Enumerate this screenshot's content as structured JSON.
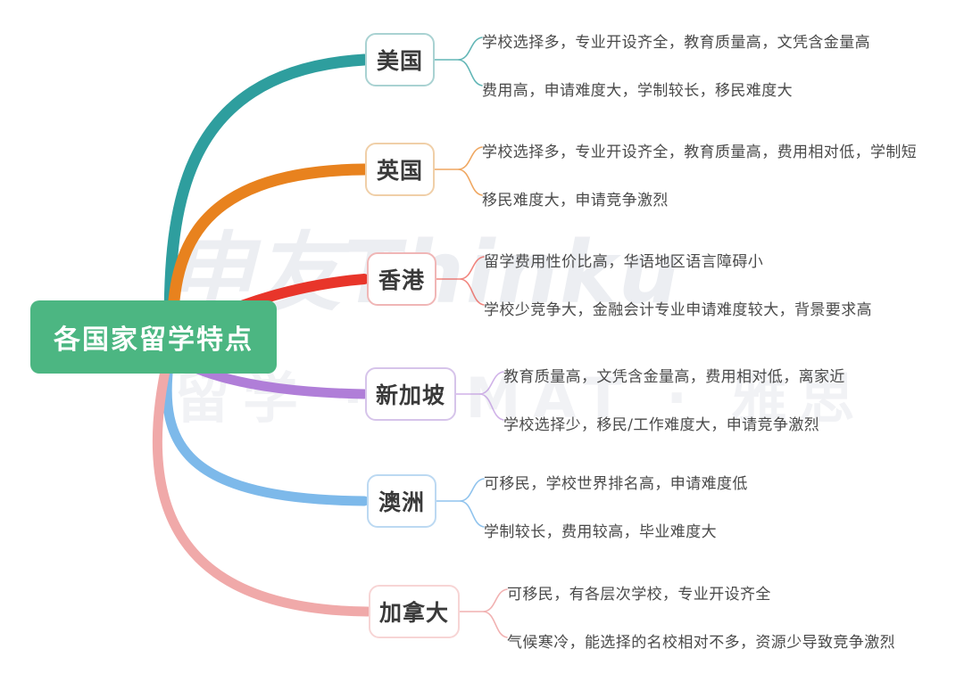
{
  "diagram": {
    "type": "mind-map",
    "root": {
      "label": "各国家留学特点",
      "color": "#4cb682"
    },
    "watermark": {
      "main": "申友Thinku",
      "sub": "留学 · GMAT · 雅思",
      "registered_mark": "®"
    },
    "branches": [
      {
        "label": "美国",
        "color": "#2e9e9e",
        "leaves": [
          "学校选择多，专业开设齐全，教育质量高，文凭含金量高",
          "费用高，申请难度大，学制较长，移民难度大"
        ]
      },
      {
        "label": "英国",
        "color": "#e8821e",
        "leaves": [
          "学校选择多，专业开设齐全，教育质量高，费用相对低，学制短",
          "移民难度大，申请竞争激烈"
        ]
      },
      {
        "label": "香港",
        "color": "#e8352a",
        "leaves": [
          "留学费用性价比高，华语地区语言障碍小",
          "学校少竞争大，金融会计专业申请难度较大，背景要求高"
        ]
      },
      {
        "label": "新加坡",
        "color": "#b07ed8",
        "leaves": [
          "教育质量高，文凭含金量高，费用相对低，离家近",
          "学校选择少，移民/工作难度大，申请竞争激烈"
        ]
      },
      {
        "label": "澳洲",
        "color": "#7db9ea",
        "leaves": [
          "可移民，学校世界排名高，申请难度低",
          "学制较长，费用较高，毕业难度大"
        ]
      },
      {
        "label": "加拿大",
        "color": "#f0a9a9",
        "leaves": [
          "可移民，有各层次学校，专业开设齐全",
          "气候寒冷，能选择的名校相对不多，资源少导致竞争激烈"
        ]
      }
    ]
  }
}
